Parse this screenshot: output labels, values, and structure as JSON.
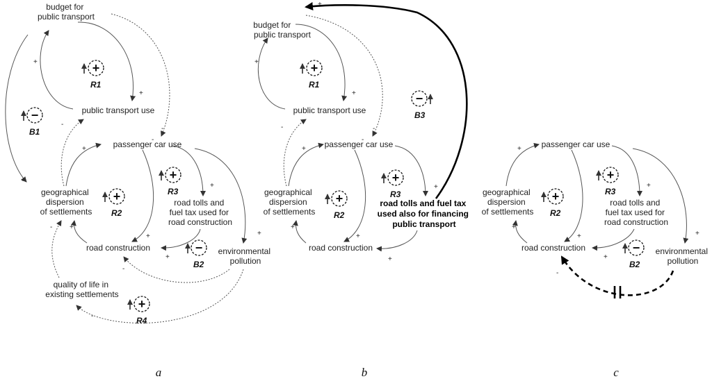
{
  "panels": {
    "a": {
      "caption": "a",
      "nodes": {
        "budget": [
          "budget for",
          "public transport"
        ],
        "pt_use": "public transport use",
        "car_use": "passenger car use",
        "geo": [
          "geographical",
          "dispersion",
          "of settlements"
        ],
        "tolls": [
          "road tolls and",
          "fuel tax used for",
          "road construction"
        ],
        "road": "road construction",
        "env": [
          "environmental",
          "pollution"
        ],
        "qol": [
          "quality of life in",
          "existing settlements"
        ]
      },
      "loops": [
        {
          "id": "R1",
          "sign": "+"
        },
        {
          "id": "B1",
          "sign": "−"
        },
        {
          "id": "R2",
          "sign": "+"
        },
        {
          "id": "R3",
          "sign": "+"
        },
        {
          "id": "B2",
          "sign": "−"
        },
        {
          "id": "R4",
          "sign": "+"
        }
      ]
    },
    "b": {
      "caption": "b",
      "nodes": {
        "budget": [
          "budget for",
          "public transport"
        ],
        "pt_use": "public transport use",
        "car_use": "passenger car use",
        "geo": [
          "geographical",
          "dispersion",
          "of settlements"
        ],
        "tolls": [
          "road tolls and fuel tax",
          "used also for financing",
          "public transport"
        ],
        "road": "road construction"
      },
      "loops": [
        {
          "id": "R1",
          "sign": "+"
        },
        {
          "id": "B3",
          "sign": "−"
        },
        {
          "id": "R2",
          "sign": "+"
        },
        {
          "id": "R3",
          "sign": "+"
        }
      ]
    },
    "c": {
      "caption": "c",
      "nodes": {
        "car_use": "passenger car use",
        "geo": [
          "geographical",
          "dispersion",
          "of settlements"
        ],
        "tolls": [
          "road tolls and",
          "fuel tax used for",
          "road construction"
        ],
        "road": "road construction",
        "env": [
          "environmental",
          "pollution"
        ]
      },
      "loops": [
        {
          "id": "R2",
          "sign": "+"
        },
        {
          "id": "R3",
          "sign": "+"
        },
        {
          "id": "B2",
          "sign": "−"
        }
      ]
    }
  },
  "link_signs": {
    "positive": "+",
    "negative": "-"
  },
  "delay_mark": "||"
}
